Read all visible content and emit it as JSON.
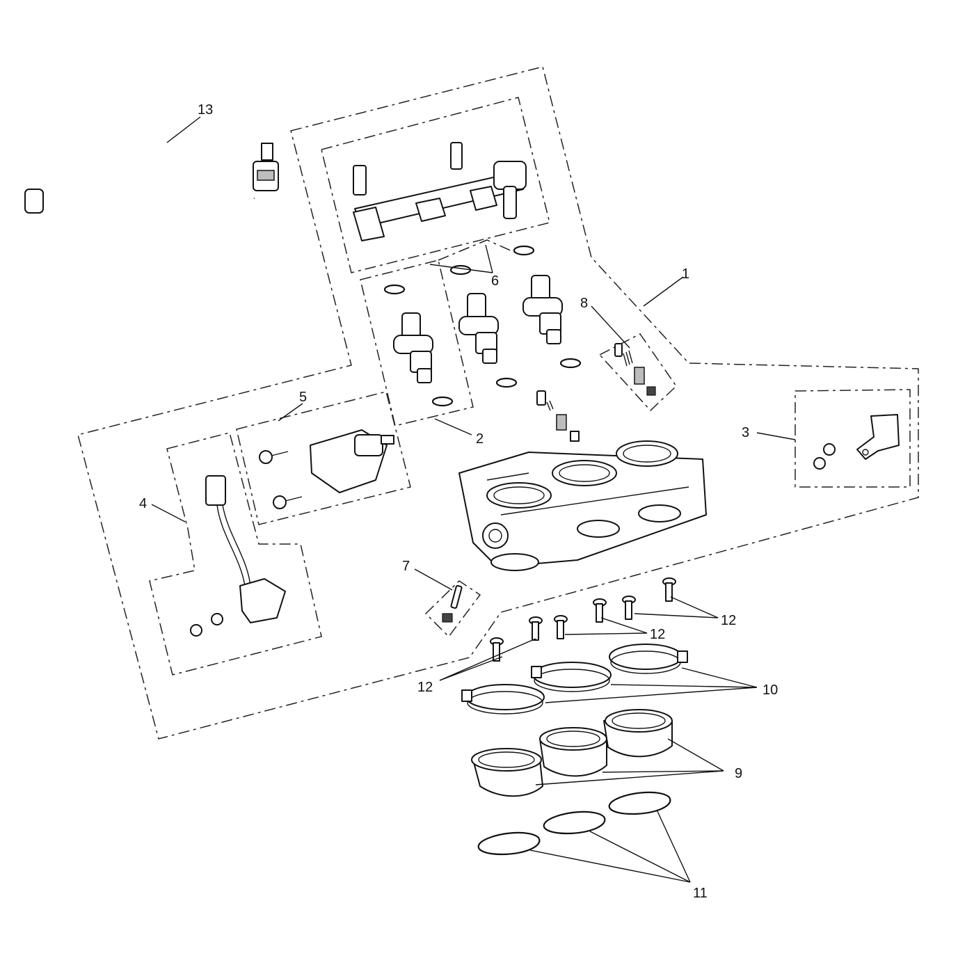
{
  "diagram": {
    "callouts": {
      "c1": "1",
      "c2": "2",
      "c3": "3",
      "c4": "4",
      "c5": "5",
      "c6": "6",
      "c7": "7",
      "c8": "8",
      "c9": "9",
      "c10": "10",
      "c11": "11",
      "c12a": "12",
      "c12b": "12",
      "c12c": "12",
      "c13": "13"
    }
  }
}
